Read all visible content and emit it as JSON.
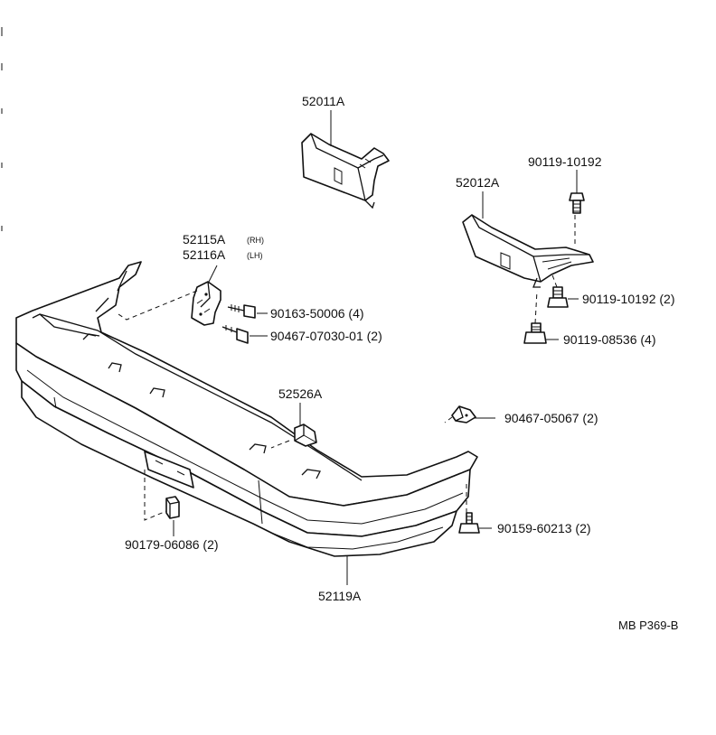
{
  "callouts": {
    "p52011": "52011A",
    "p52012": "52012A",
    "p52115": "52115A",
    "p52115_side": "(RH)",
    "p52116": "52116A",
    "p52116_side": "(LH)",
    "p52526": "52526A",
    "p52119": "52119A",
    "b90119_top": "90119-10192",
    "b90119_2": "90119-10192 (2)",
    "b90119_08536": "90119-08536 (4)",
    "b90163": "90163-50006 (4)",
    "b90467_07030": "90467-07030-01 (2)",
    "b90467_05067": "90467-05067 (2)",
    "b90159": "90159-60213 (2)",
    "b90179": "90179-06086 (2)"
  },
  "reference": "MB P369-B"
}
